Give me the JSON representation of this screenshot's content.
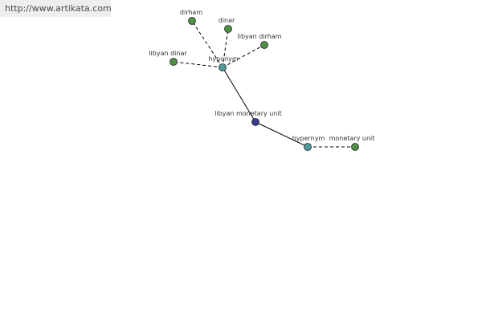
{
  "banner": {
    "url_text": "http://www.artikata.com"
  },
  "colors": {
    "leaf": "#4f8f45",
    "relation": "#4f9a9a",
    "center": "#3a3a8f"
  },
  "graph": {
    "center": {
      "label": "libyan monetary unit"
    },
    "relations": {
      "hyponym": {
        "label": "hyponym"
      },
      "hypernym": {
        "label": "hypernym"
      }
    },
    "leaves": {
      "dirham": {
        "label": "dirham"
      },
      "dinar": {
        "label": "dinar"
      },
      "libyan_dirham": {
        "label": "libyan dirham"
      },
      "libyan_dinar": {
        "label": "libyan dinar"
      },
      "monetary_unit": {
        "label": "monetary unit"
      }
    }
  }
}
